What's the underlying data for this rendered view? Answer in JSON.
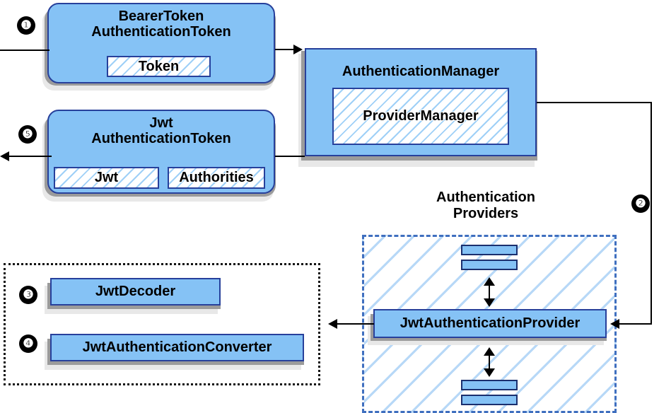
{
  "diagram": {
    "title": "Spring Security Bearer Token / JWT authentication flow",
    "colors": {
      "node_fill": "#85c2f5",
      "node_border": "#27409b",
      "hatch_line": "#9fd0f7",
      "providers_border": "#3f6fbf",
      "group_border": "#111111",
      "shadow_dark": "#9b9b9b",
      "shadow_light": "#e8e8e8",
      "marker_fill": "#000000",
      "marker_text": "#ffffff",
      "connector": "#000000"
    }
  },
  "steps": [
    {
      "id": "step-1",
      "number": "❶"
    },
    {
      "id": "step-2",
      "number": "❷"
    },
    {
      "id": "step-3",
      "number": "❸"
    },
    {
      "id": "step-4",
      "number": "❹"
    },
    {
      "id": "step-5",
      "number": "❺"
    }
  ],
  "nodes": {
    "bearer_token": {
      "title": "BearerToken\nAuthenticationToken",
      "fields": [
        {
          "label": "Token"
        }
      ]
    },
    "authentication_manager": {
      "title": "AuthenticationManager",
      "fields": [
        {
          "label": "ProviderManager"
        }
      ]
    },
    "jwt_token": {
      "title": "Jwt\nAuthenticationToken",
      "fields": [
        {
          "label": "Jwt"
        },
        {
          "label": "Authorities"
        }
      ]
    },
    "jwt_decoder": {
      "title": "JwtDecoder"
    },
    "jwt_authentication_converter": {
      "title": "JwtAuthenticationConverter"
    },
    "jwt_authentication_provider": {
      "title": "JwtAuthenticationProvider"
    }
  },
  "groups": {
    "authentication_providers": {
      "label": "Authentication\nProviders"
    },
    "jwt_support": {
      "label": ""
    }
  }
}
